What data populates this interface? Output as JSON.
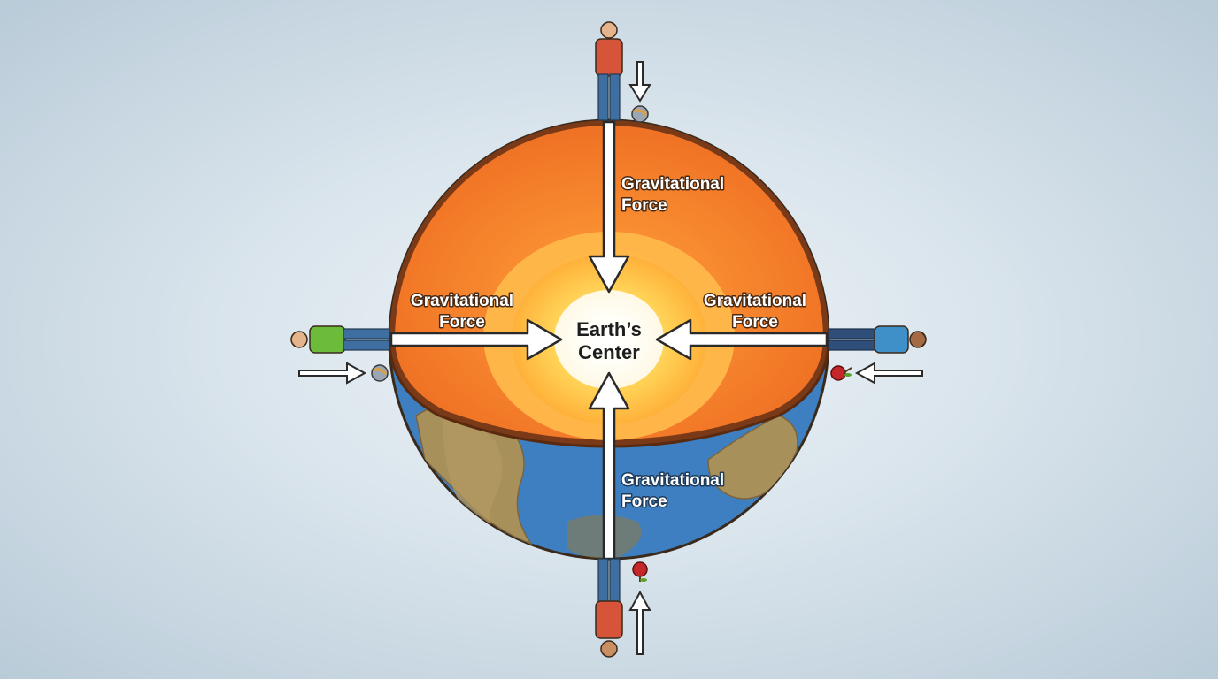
{
  "center_label": {
    "line1": "Earth’s",
    "line2": "Center"
  },
  "force_labels": [
    {
      "line1": "Gravitational",
      "line2": "Force"
    },
    {
      "line1": "Gravitational",
      "line2": "Force"
    },
    {
      "line1": "Gravitational",
      "line2": "Force"
    },
    {
      "line1": "Gravitational",
      "line2": "Force"
    }
  ],
  "colors": {
    "background": "#d9e4ec",
    "crust": "#e8601e",
    "mantle": "#f58a2c",
    "outer_core": "#ffc94a",
    "inner_core": "#fffbe6",
    "ocean": "#3d7fc0",
    "land": "#a8905a",
    "arrow_fill": "#ffffff",
    "arrow_outline": "#2a2a2a"
  },
  "figures": [
    "person-top",
    "person-left",
    "person-right",
    "person-bottom"
  ],
  "objects": [
    "ball-top",
    "ball-left",
    "apple-right",
    "apple-bottom"
  ]
}
